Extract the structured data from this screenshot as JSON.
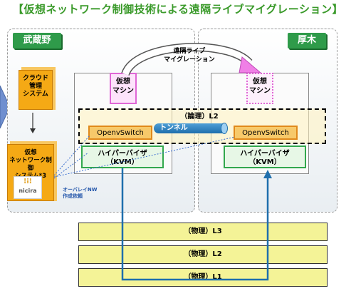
{
  "title": "【仮想ネットワーク制御技術による遠隔ライブマイグレーション】",
  "sites": {
    "left": "武蔵野",
    "right": "厚木"
  },
  "cloud_mgmt": "クラウド\n管理\nシステム",
  "vnet_ctrl": "仮想\nネットワーク制御\nシステム*3",
  "nicira_logo": "nicira",
  "overlay_note": "オーバレイNW\n作成依頼",
  "vm_left": "仮想\nマシン",
  "vm_right": "仮想\nマシン",
  "migration_label": "遠隔ライブ\nマイグレーション",
  "logical_l2": "（論理）L2",
  "ovs_left": "OpenvSwitch",
  "ovs_right": "OpenvSwitch",
  "tunnel_label": "トンネル",
  "hypervisor_left": "ハイパーバイザ\n（KVM）",
  "hypervisor_right": "ハイパーバイザ\n（KVM）",
  "physical_layers": [
    "（物理）L3",
    "（物理）L2",
    "（物理）L1"
  ],
  "colors": {
    "accent_green": "#2f9b4a",
    "vm_pink": "#e067d6",
    "ovs_orange": "#e0891b",
    "link_blue": "#1f6fad"
  }
}
